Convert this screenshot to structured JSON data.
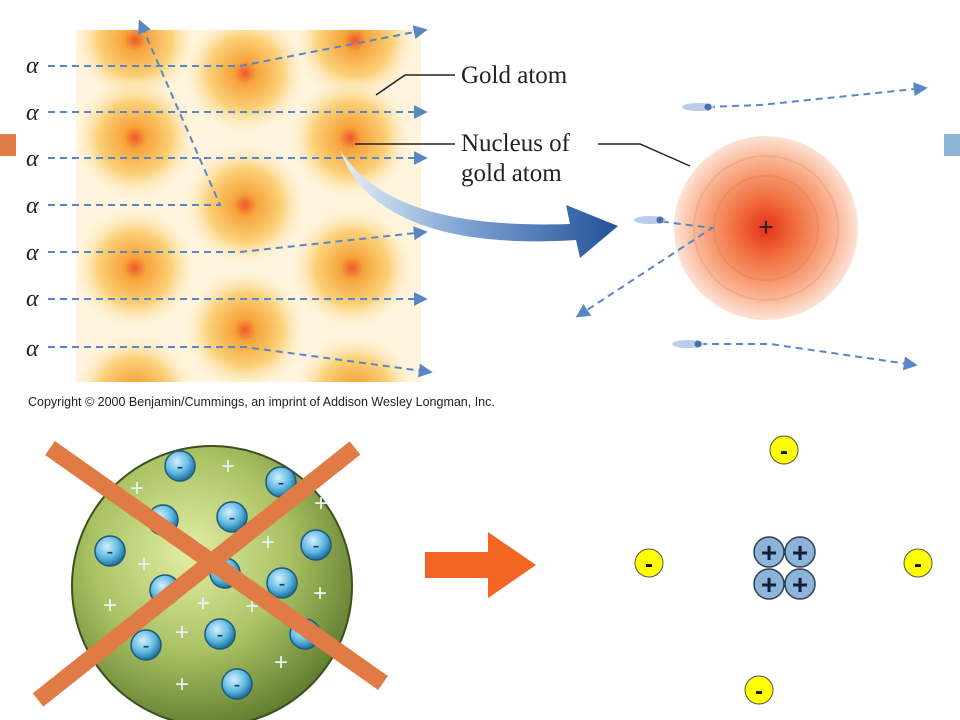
{
  "alpha_symbol": "α",
  "labels": {
    "gold_atom": "Gold atom",
    "nucleus_line1": "Nucleus of",
    "nucleus_line2": "gold atom",
    "copyright": "Copyright © 2000 Benjamin/Cummings, an imprint of Addison Wesley Longman, Inc."
  },
  "charges": {
    "positive": "+",
    "negative": "-"
  },
  "colors": {
    "path_blue": "#5b86c5",
    "arrow_orange": "#f26522",
    "cross_orange": "#e07b45",
    "electron_yellow": "#ffff00",
    "proton_blue": "#8fb4d9",
    "left_marker": "#e07b45",
    "right_marker": "#8fb4d9"
  }
}
